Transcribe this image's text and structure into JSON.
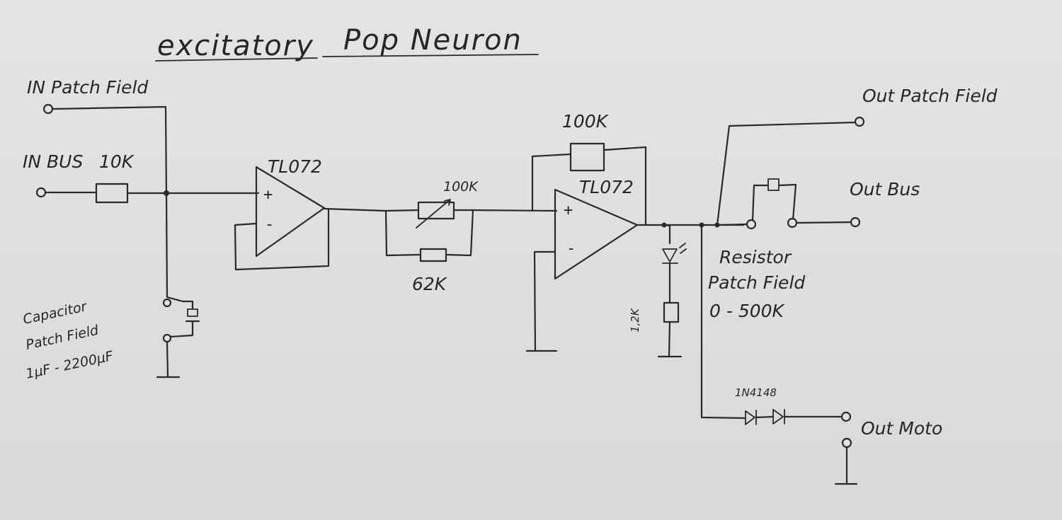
{
  "title": {
    "part1": "excitatory",
    "part2": "Pop Neuron"
  },
  "labels": {
    "in_patch_field": "IN Patch Field",
    "in_bus": "IN BUS",
    "in_resistor": "10K",
    "opamp1": "TL072",
    "opamp2": "TL072",
    "pot": "100K",
    "resistor_62k": "62K",
    "feedback_resistor": "100K",
    "led_resistor": "1,2K",
    "capacitor_field_line1": "Capacitor",
    "capacitor_field_line2": "Patch Field",
    "capacitor_field_range": "1µF - 2200µF",
    "out_patch_field": "Out Patch Field",
    "out_bus": "Out Bus",
    "resistor_field_line1": "Resistor",
    "resistor_field_line2": "Patch Field",
    "resistor_field_range": "0 - 500K",
    "diode": "1N4148",
    "out_moto": "Out Moto",
    "plus_1": "+",
    "minus_1": "-",
    "plus_2": "+",
    "minus_2": "-"
  }
}
